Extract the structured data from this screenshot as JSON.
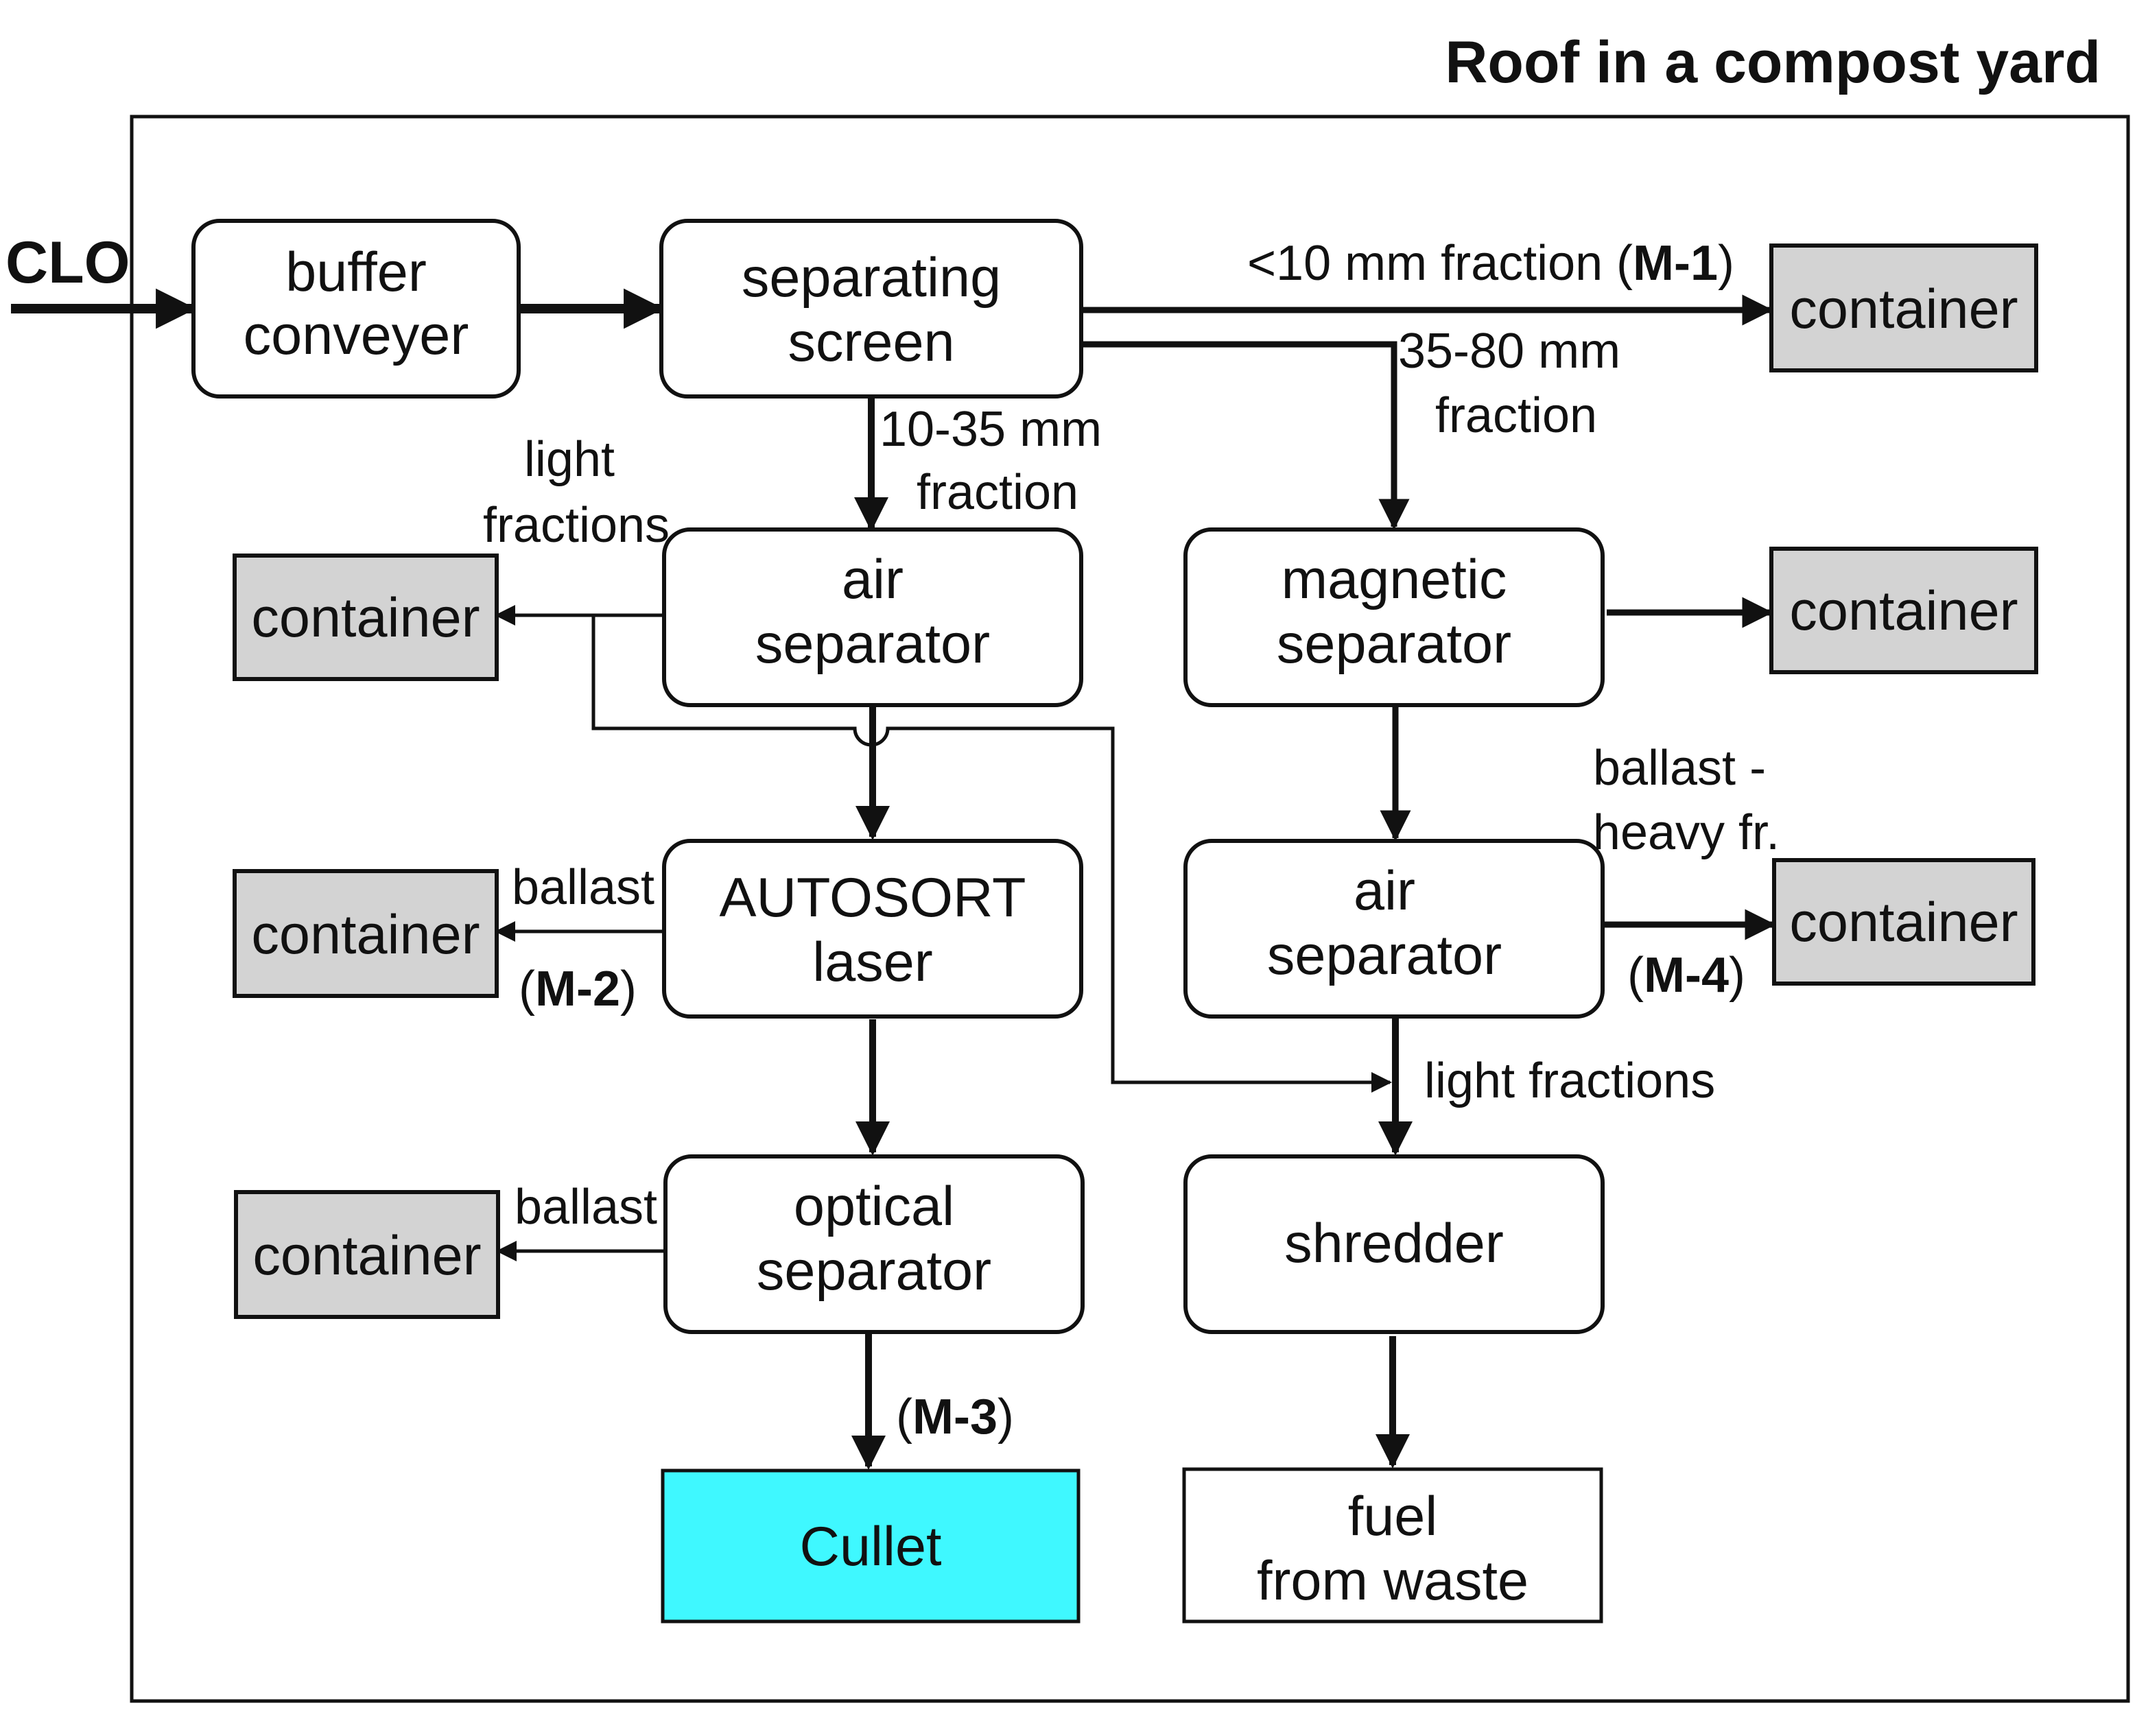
{
  "title": "Roof in a compost yard",
  "input_label": "CLO",
  "nodes": {
    "buffer_conveyer": [
      "buffer",
      "conveyer"
    ],
    "separating_screen": [
      "separating",
      "screen"
    ],
    "air_separator_1": [
      "air",
      "separator"
    ],
    "magnetic_separator": [
      "magnetic",
      "separator"
    ],
    "autosort_laser": [
      "AUTOSORT",
      "laser"
    ],
    "air_separator_2": [
      "air",
      "separator"
    ],
    "optical_separator": [
      "optical",
      "separator"
    ],
    "shredder": "shredder",
    "cullet": "Cullet",
    "fuel_from_waste": [
      "fuel",
      "from waste"
    ],
    "container": "container"
  },
  "flow_labels": {
    "fraction_lt10": "<10 mm fraction",
    "m1_open": "(",
    "m1": "M-1",
    "m1_close": ")",
    "fraction_35_80": [
      "35-80 mm",
      "fraction"
    ],
    "fraction_10_35": [
      "10-35 mm",
      "fraction"
    ],
    "light_fractions_top": [
      "light",
      "fractions"
    ],
    "ballast_1": "ballast",
    "m2_open": "(",
    "m2": "M-2",
    "m2_close": ")",
    "ballast_2": "ballast",
    "m3_open": "(",
    "m3": "M-3",
    "m3_close": ")",
    "ballast_heavy": [
      "ballast -",
      "heavy fr."
    ],
    "m4_open": "(",
    "m4": "M-4",
    "m4_close": ")",
    "light_fractions_bottom": "light fractions"
  },
  "colors": {
    "container_fill": "#d3d3d3",
    "cullet_fill": "#3ff8ff",
    "line": "#111111"
  }
}
